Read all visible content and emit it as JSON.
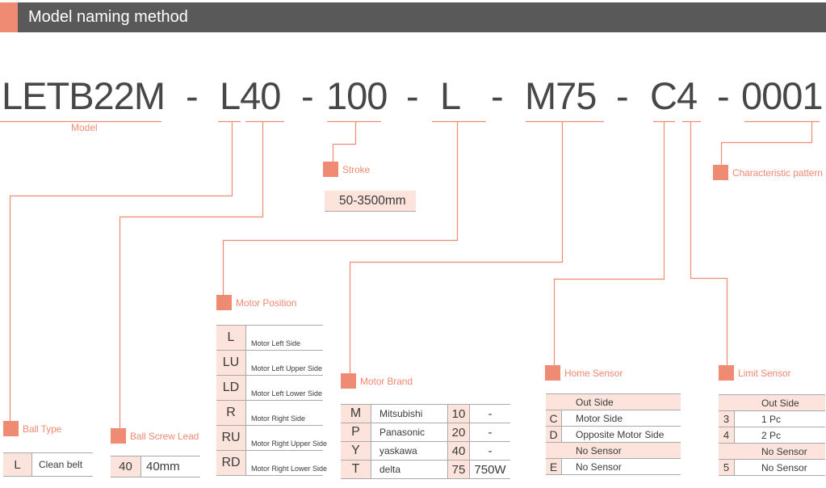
{
  "header": {
    "title": "Model naming method"
  },
  "model_code": {
    "model": "LETB22M",
    "ball_type_and_lead": "L40",
    "stroke": "100",
    "motor_position": "L",
    "motor": "M75",
    "sensors": "C4",
    "characteristic_pattern": "0001",
    "separator": "-",
    "model_label": "Model"
  },
  "stroke": {
    "label": "Stroke",
    "range": "50-3500mm"
  },
  "characteristic_pattern": {
    "label": "Characteristic pattern"
  },
  "motor_position": {
    "label": "Motor Position",
    "rows": [
      {
        "code": "L",
        "desc": "Motor Left Side"
      },
      {
        "code": "LU",
        "desc": "Motor Left Upper Side"
      },
      {
        "code": "LD",
        "desc": "Motor Left Lower Side"
      },
      {
        "code": "R",
        "desc": "Motor Right Side"
      },
      {
        "code": "RU",
        "desc": "Motor Right Upper Side"
      },
      {
        "code": "RD",
        "desc": "Motor Right Lower Side"
      }
    ]
  },
  "motor_brand": {
    "label": "Motor Brand",
    "rows": [
      {
        "code": "M",
        "brand": "Mitsubishi",
        "num": "10",
        "power": "-"
      },
      {
        "code": "P",
        "brand": "Panasonic",
        "num": "20",
        "power": "-"
      },
      {
        "code": "Y",
        "brand": "yaskawa",
        "num": "40",
        "power": "-"
      },
      {
        "code": "T",
        "brand": "delta",
        "num": "75",
        "power": "750W"
      }
    ]
  },
  "home_sensor": {
    "label": "Home Sensor",
    "groups": [
      {
        "header": "Out Side",
        "rows": [
          {
            "code": "C",
            "desc": "Motor Side"
          },
          {
            "code": "D",
            "desc": "Opposite Motor Side"
          }
        ]
      },
      {
        "header": "No Sensor",
        "rows": [
          {
            "code": "E",
            "desc": "No Sensor"
          }
        ]
      }
    ]
  },
  "limit_sensor": {
    "label": "Limit Sensor",
    "groups": [
      {
        "header": "Out Side",
        "rows": [
          {
            "code": "3",
            "desc": "1 Pc"
          },
          {
            "code": "4",
            "desc": "2 Pc"
          }
        ]
      },
      {
        "header": "No Sensor",
        "rows": [
          {
            "code": "5",
            "desc": "No Sensor"
          }
        ]
      }
    ]
  },
  "ball_type": {
    "label": "Ball Type",
    "rows": [
      {
        "code": "L",
        "desc": "Clean belt"
      }
    ]
  },
  "ball_screw_lead": {
    "label": "Ball Screw Lead",
    "rows": [
      {
        "code": "40",
        "desc": "40mm"
      }
    ]
  },
  "colors": {
    "accent": "#ef8a73",
    "header_bar": "#595959",
    "cell_fill": "#fce3dc",
    "text": "#3b3b3b",
    "code_text": "#474747",
    "rule": "#a9a9a9"
  }
}
